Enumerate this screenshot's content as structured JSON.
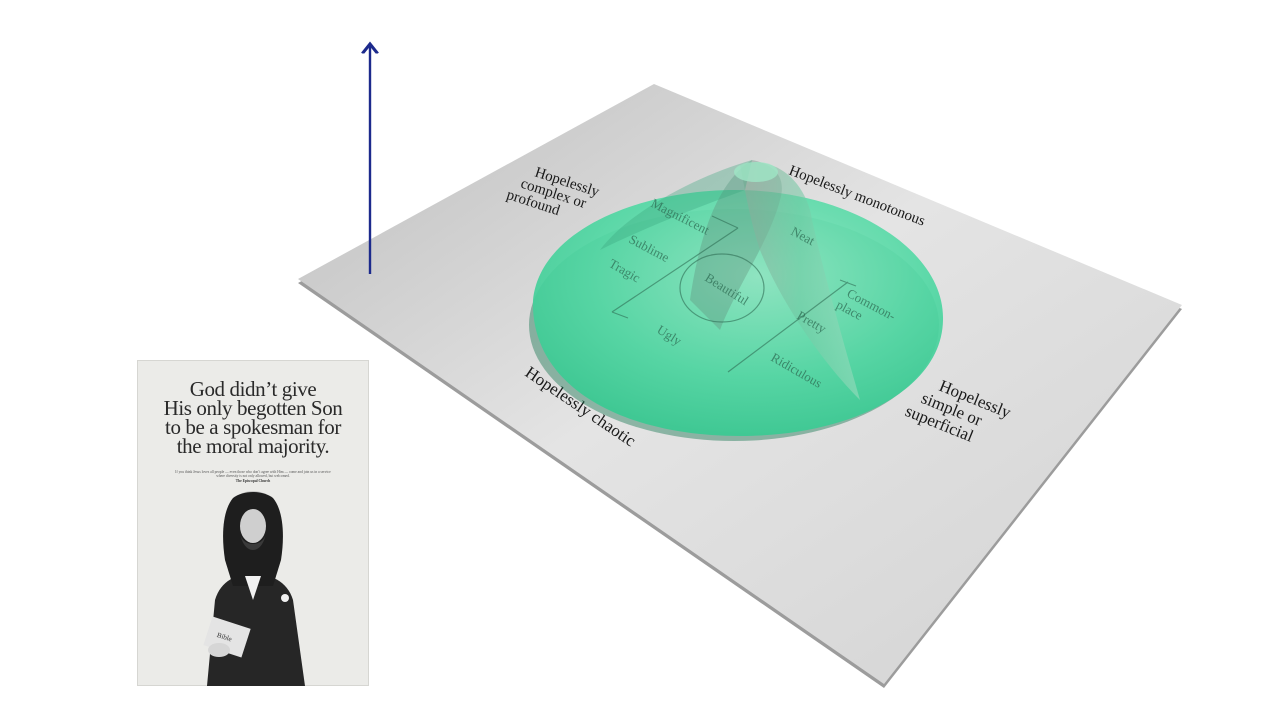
{
  "plane_labels": {
    "top_left": [
      "Hopelessly",
      "complex or",
      "profound"
    ],
    "top_right": "Hopelessly monotonous",
    "bottom_left": "Hopelessly chaotic",
    "bottom_right": [
      "Hopelessly",
      "simple or",
      "superficial"
    ]
  },
  "cone_labels": {
    "magnificent": "Magnificent",
    "sublime": "Sublime",
    "tragic": "Tragic",
    "beautiful": "Beautiful",
    "ugly": "Ugly",
    "neat": "Neat",
    "commonplace": [
      "Common-",
      "place"
    ],
    "pretty": "Pretty",
    "ridiculous": "Ridiculous"
  },
  "poster": {
    "headline": [
      "God didn’t give",
      "His only begotten Son",
      "to be a spokesman for",
      "the moral majority."
    ],
    "body": "If you think Jesus loves all people — even those who don’t agree with Him — come and join us in a service where diversity is not only allowed, but welcomed.",
    "signature": "The Episcopal Church",
    "book_label": "Bible"
  },
  "colors": {
    "cone": "#3fd39a",
    "plane": "#cfcfcf",
    "arrow": "#1c2a8c"
  }
}
